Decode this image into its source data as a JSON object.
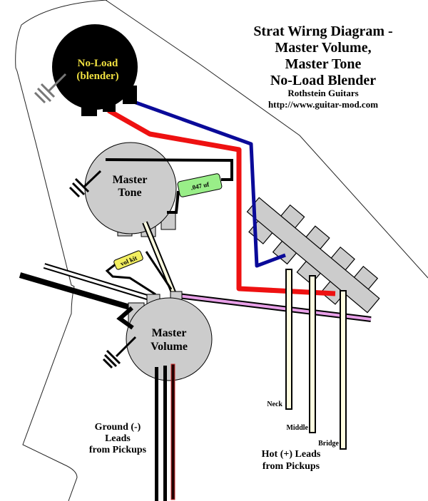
{
  "title": {
    "line1": "Strat Wirng Diagram -",
    "line2": "Master Volume,",
    "line3": "Master Tone",
    "line4": "No-Load Blender",
    "company": "Rothstein Guitars",
    "url": "http://www.guitar-mod.com"
  },
  "components": {
    "blender_pot": {
      "line1": "No-Load",
      "line2": "(blender)"
    },
    "tone_pot": {
      "line1": "Master",
      "line2": "Tone"
    },
    "volume_pot": {
      "line1": "Master",
      "line2": "Volume"
    },
    "capacitor": {
      "label": ".047 uf"
    },
    "vol_kit": {
      "label": "vol kit"
    }
  },
  "pickup_leads": {
    "neck": "Neck",
    "middle": "Middle",
    "bridge": "Bridge"
  },
  "labels": {
    "ground_line1": "Ground (-)",
    "ground_line2": "Leads",
    "ground_line3": "from Pickups",
    "hot_line1": "Hot (+) Leads",
    "hot_line2": "from Pickups"
  },
  "colors": {
    "pot_fill": "#cccccc",
    "blender_fill": "#000000",
    "blender_text": "#f0e040",
    "red_wire": "#ee1111",
    "blue_wire": "#0a0a99",
    "pink_wire": "#e8a0e8",
    "cream_wire": "#fffde0",
    "capacitor_fill": "#99ee88",
    "volkit_fill": "#f2ee60",
    "ground_symbol_grey": "#777777"
  }
}
